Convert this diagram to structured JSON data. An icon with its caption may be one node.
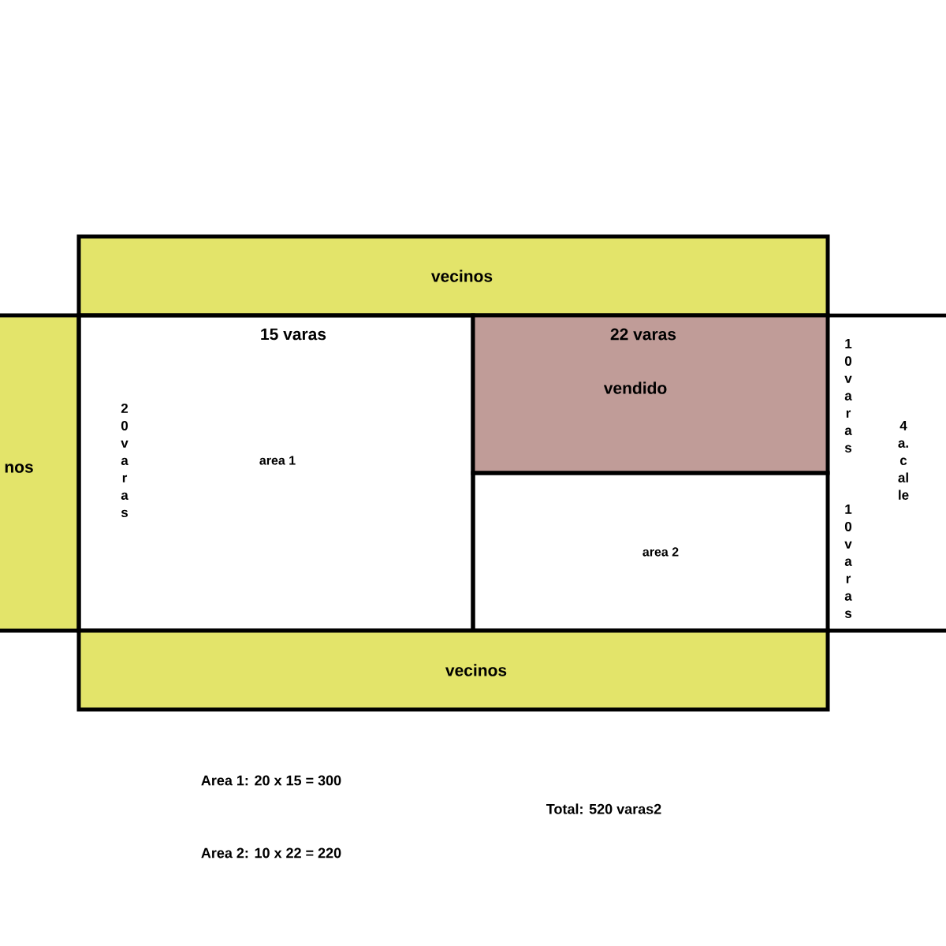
{
  "diagram": {
    "nodes": [
      {
        "text": [
          "vecinos"
        ]
      },
      {
        "text": [
          "nos"
        ]
      },
      {
        "text": [
          "15 varas",
          "20 varas",
          "area 1"
        ]
      },
      {
        "text": [
          "22 varas",
          "vendido"
        ]
      },
      {
        "text": [
          "area 2"
        ]
      },
      {
        "text": [
          "10 varas",
          "10 varas",
          "4a.calle"
        ]
      },
      {
        "text": [
          "vecinos"
        ]
      }
    ],
    "labels": [
      "Area 1: 20 x 15 = 300",
      "Total: 520 varas2",
      "Area 2: 10 x 22 = 220"
    ]
  }
}
